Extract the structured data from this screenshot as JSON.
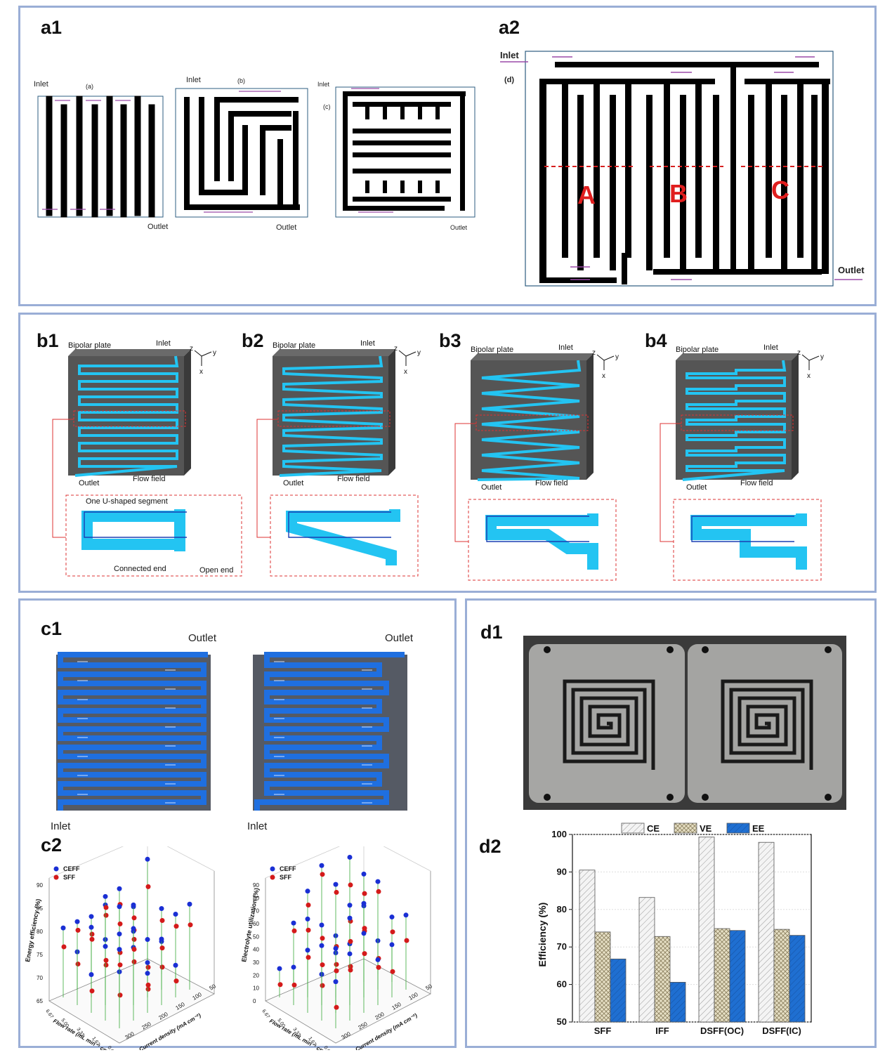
{
  "panels": {
    "a1": "a1",
    "a2": "a2",
    "b1": "b1",
    "b2": "b2",
    "b3": "b3",
    "b4": "b4",
    "c1": "c1",
    "c2": "c2",
    "d1": "d1",
    "d2": "d2"
  },
  "a1": {
    "inlet": "Inlet",
    "outlet": "Outlet",
    "sub_a": "(a)",
    "sub_b": "(b)",
    "sub_c": "(c)"
  },
  "a2": {
    "inlet": "Inlet",
    "outlet": "Outlet",
    "sub_d": "(d)",
    "region_a": "A",
    "region_b": "B",
    "region_c": "C"
  },
  "b": {
    "bipolar": "Bipolar plate",
    "inlet": "Inlet",
    "outlet": "Outlet",
    "flow_field": "Flow field",
    "u_segment": "One U-shaped segment",
    "connected_end": "Connected  end",
    "open_end": "Open end",
    "axis_x": "x",
    "axis_y": "y",
    "axis_z": "z"
  },
  "c1": {
    "outlet": "Outlet",
    "inlet": "Inlet"
  },
  "c2": {
    "legend": [
      "CEFF",
      "SFF"
    ],
    "left_zlabel": "Energy efficiency (%)",
    "right_zlabel": "Electrolyte utilization (%)",
    "xlabel": "Flow rate (mL min⁻¹ cm⁻²)",
    "ylabel": "Current density (mA cm⁻²)",
    "left_zticks": [
      "65",
      "70",
      "75",
      "80",
      "85",
      "90"
    ],
    "right_zticks": [
      "0",
      "10",
      "20",
      "30",
      "40",
      "50",
      "60",
      "70",
      "80",
      "90"
    ],
    "flow_ticks": [
      "0.00",
      "1.67",
      "3.33",
      "5.00",
      "6.67"
    ],
    "current_ticks": [
      "50",
      "100",
      "150",
      "200",
      "250",
      "300"
    ]
  },
  "chart_data": {
    "type": "bar",
    "categories": [
      "SFF",
      "IFF",
      "DSFF(OC)",
      "DSFF(IC)"
    ],
    "series": [
      {
        "name": "CE",
        "values": [
          90.5,
          83.2,
          99.3,
          97.9
        ]
      },
      {
        "name": "VE",
        "values": [
          74.0,
          72.8,
          74.9,
          74.7
        ]
      },
      {
        "name": "EE",
        "values": [
          66.8,
          60.6,
          74.4,
          73.1
        ]
      }
    ],
    "ylabel": "Efficiency (%)",
    "ylim": [
      50,
      100
    ],
    "yticks": [
      "50",
      "60",
      "70",
      "80",
      "90",
      "100"
    ],
    "colors": {
      "CE": "#e8e8e8",
      "VE": "#ddd6b8",
      "EE": "#1f6fd1"
    }
  }
}
